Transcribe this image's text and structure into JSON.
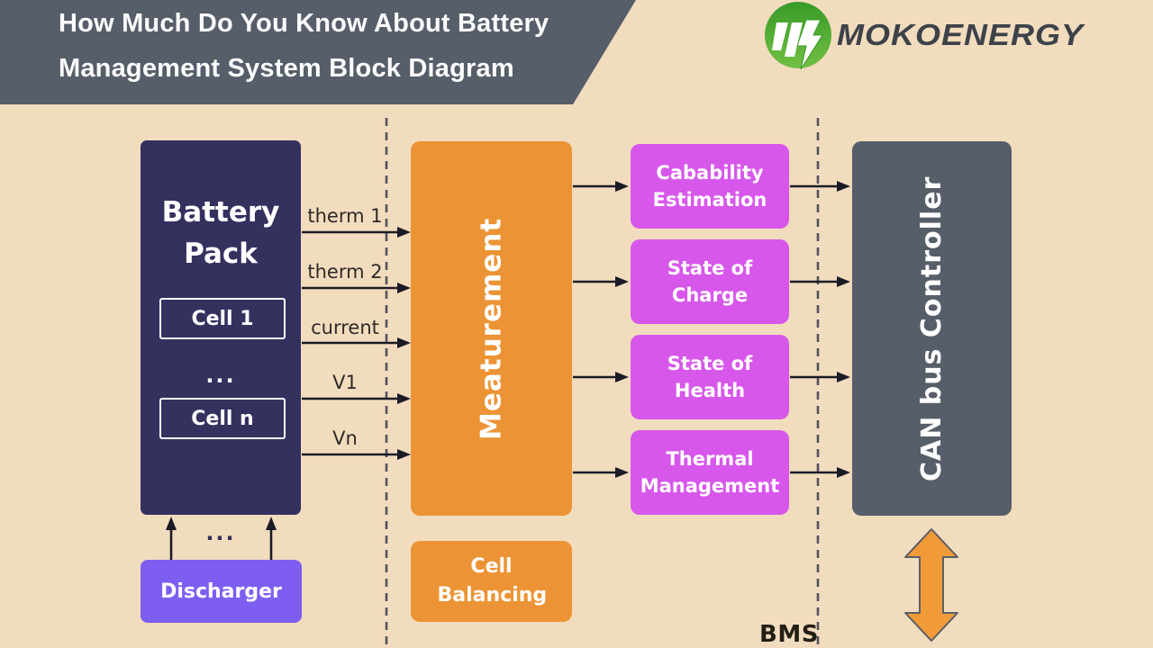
{
  "header": {
    "title_line1": "How Much Do You Know About Battery",
    "title_line2": "Management System Block Diagram",
    "background": "#565e6a"
  },
  "logo": {
    "brand_part1": "MOKO",
    "brand_part2": "ENERGY",
    "icon": "lightning-m-icon",
    "icon_color": "#4aa32e",
    "text_color": "#3d4249"
  },
  "blocks": {
    "battery_pack": {
      "title": "Battery Pack",
      "cell_top": "Cell 1",
      "dots": "...",
      "cell_bottom": "Cell n",
      "color": "#34315f"
    },
    "discharger": {
      "label": "Discharger",
      "dots": "...",
      "color": "#7d5ef1"
    },
    "measurement": {
      "label": "Meaturement",
      "color": "#ec9435"
    },
    "cell_balancing": {
      "label": "Cell Balancing",
      "color": "#ec9435"
    },
    "outputs": [
      {
        "label": "Cabability Estimation"
      },
      {
        "label": "State of Charge"
      },
      {
        "label": "State of Health"
      },
      {
        "label": "Thermal Management"
      }
    ],
    "output_color": "#d757eb",
    "can_bus": {
      "label": "CAN bus Controller",
      "color": "#565e6a"
    }
  },
  "signals": [
    "therm 1",
    "therm 2",
    "current",
    "V1",
    "Vn"
  ],
  "bms_label": "BMS",
  "page_background": "#f2dcbe"
}
